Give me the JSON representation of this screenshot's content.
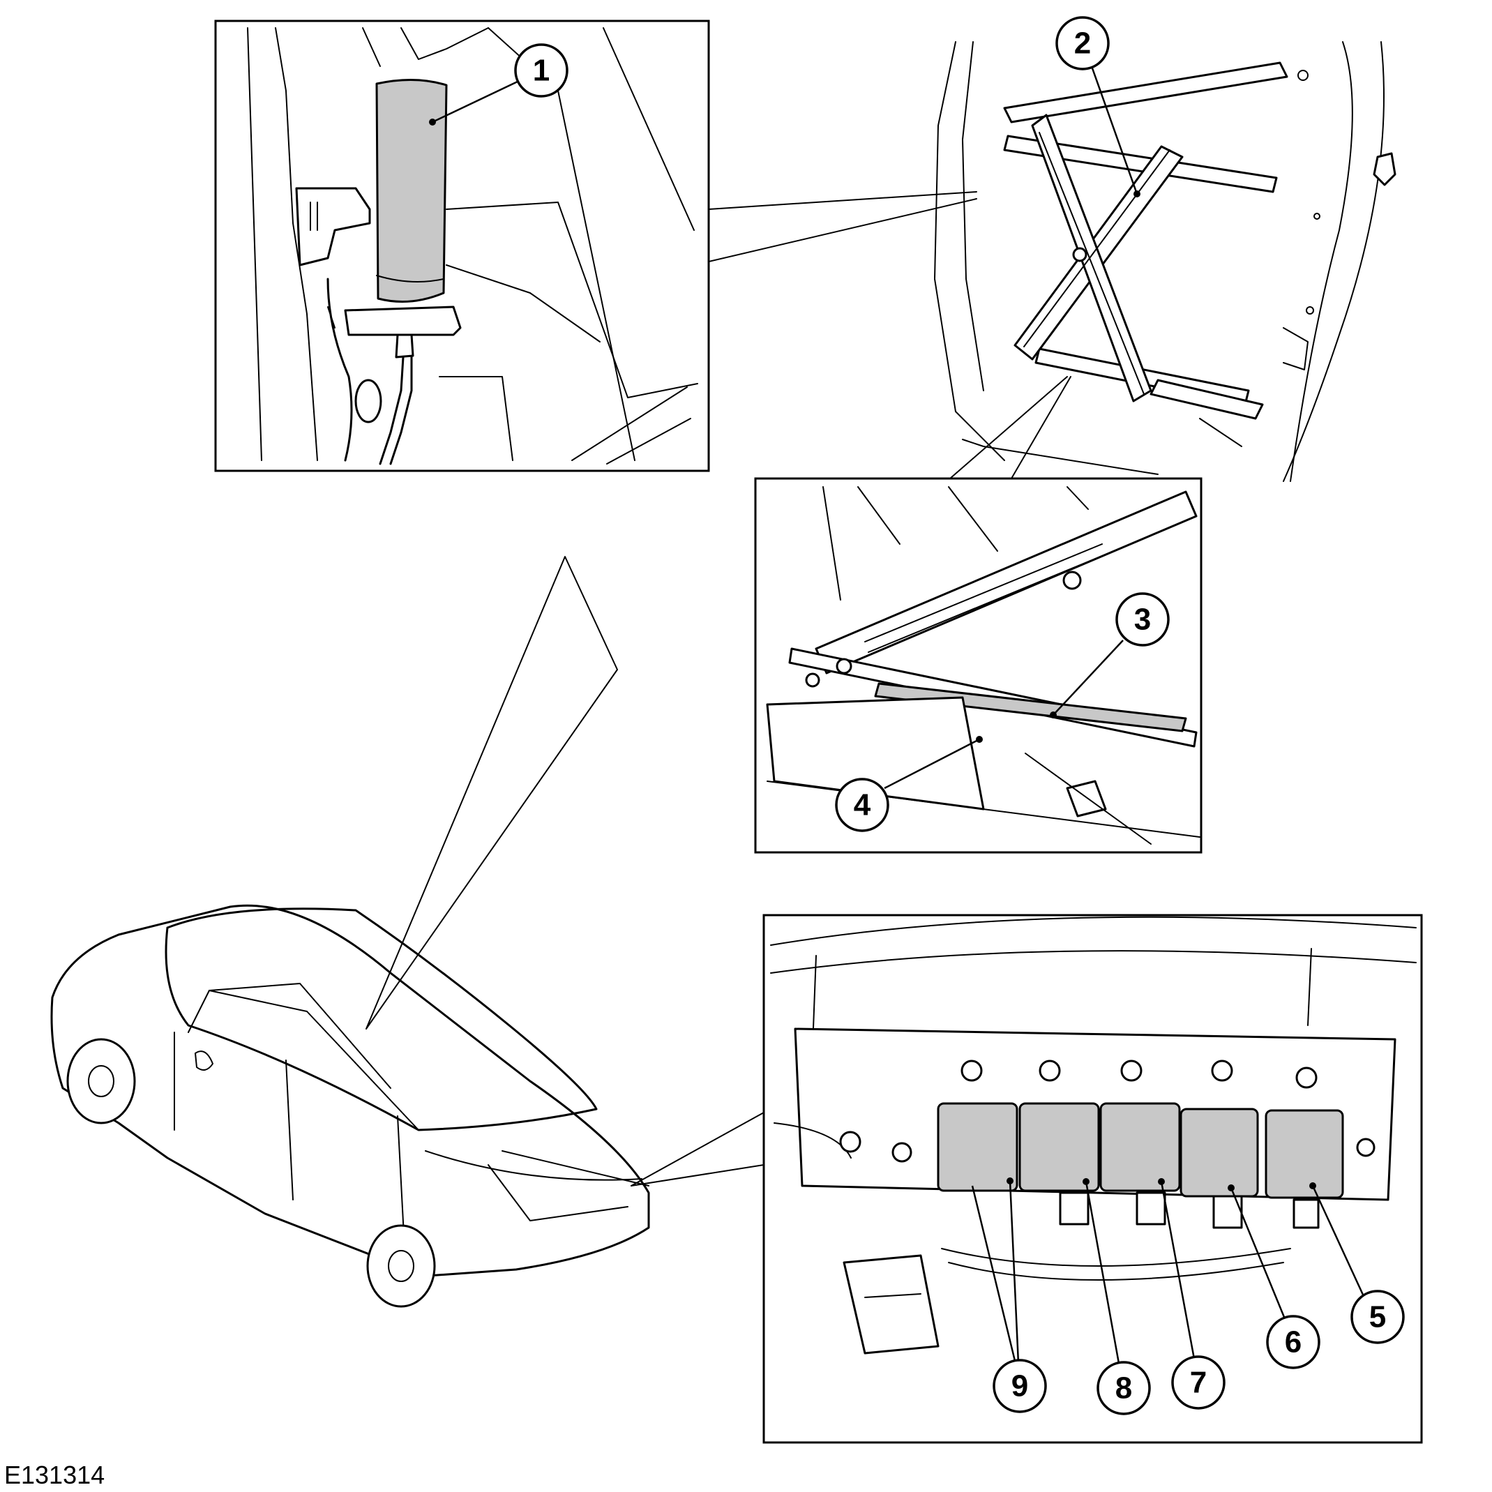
{
  "figure_id": "E131314",
  "callouts": [
    {
      "id": "1",
      "label": "1"
    },
    {
      "id": "2",
      "label": "2"
    },
    {
      "id": "3",
      "label": "3"
    },
    {
      "id": "4",
      "label": "4"
    },
    {
      "id": "5",
      "label": "5"
    },
    {
      "id": "6",
      "label": "6"
    },
    {
      "id": "7",
      "label": "7"
    },
    {
      "id": "8",
      "label": "8"
    },
    {
      "id": "9",
      "label": "9"
    }
  ],
  "colors": {
    "line": "#000000",
    "component_fill": "#c8c8c8",
    "background": "#ffffff"
  }
}
